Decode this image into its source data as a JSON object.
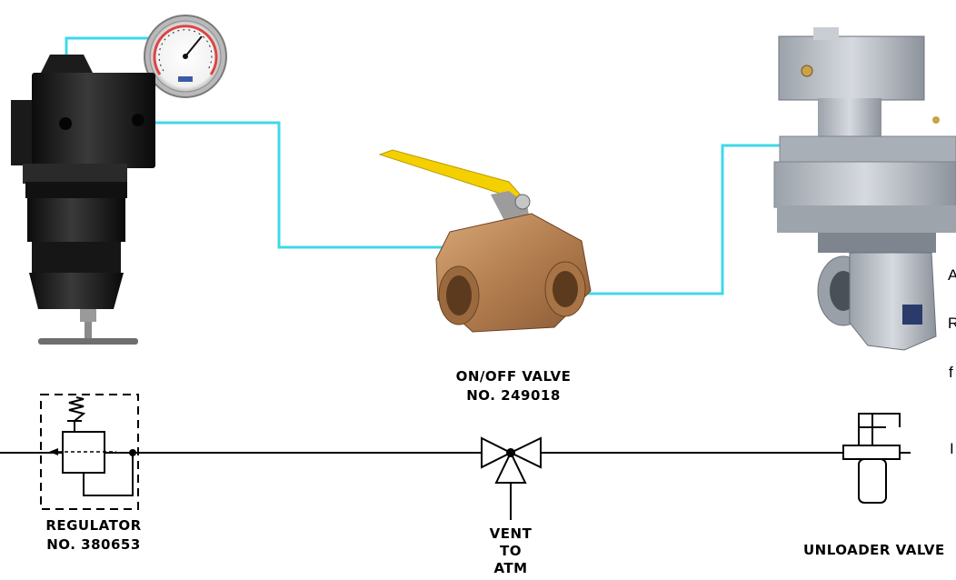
{
  "labels": {
    "regulator": {
      "name": "REGULATOR",
      "number": "NO. 380653"
    },
    "onoff_valve": {
      "name": "ON/OFF VALVE",
      "number": "NO. 249018"
    },
    "vent": {
      "line1": "VENT",
      "line2": "TO",
      "line3": "ATM"
    },
    "unloader_valve": {
      "name": "UNLOADER VALVE"
    }
  },
  "cut_off_text": [
    "A",
    "R",
    "f",
    "I"
  ],
  "colors": {
    "tubing": "#3fd8e8",
    "symbol_lines": "#000000",
    "regulator_body": "#1a1a1a",
    "valve_brass": "#b8865a",
    "valve_handle": "#f5d000",
    "unloader_body": "#b9bec6"
  }
}
